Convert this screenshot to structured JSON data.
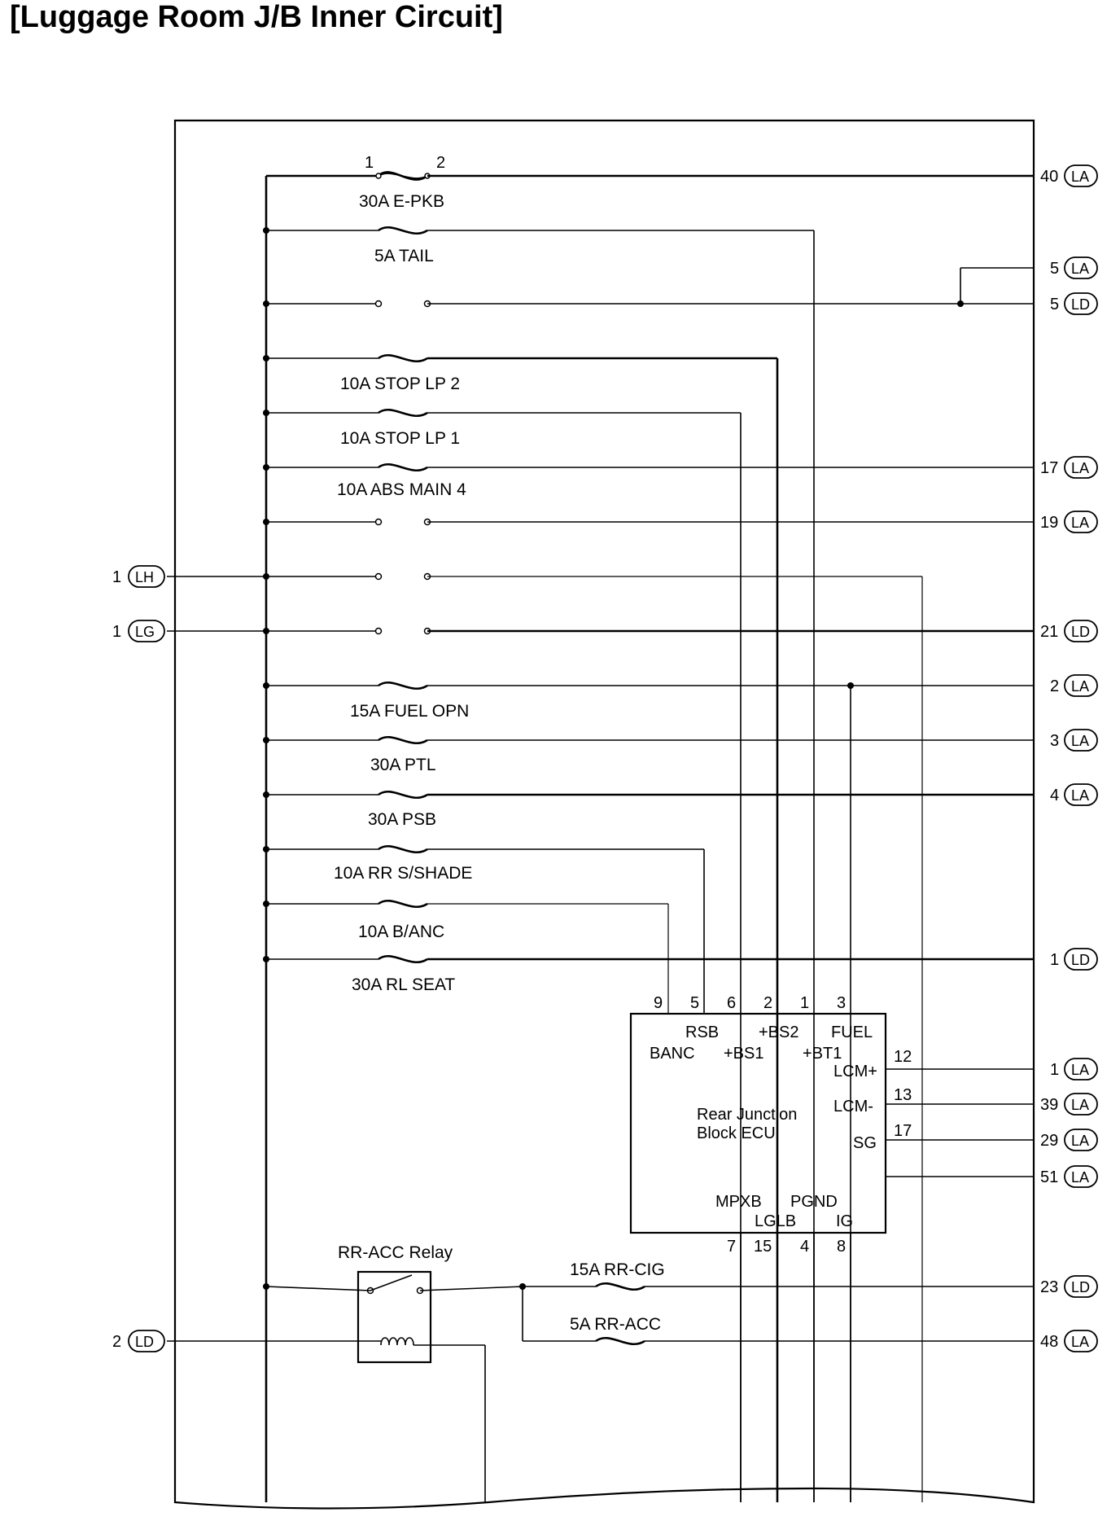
{
  "title": "[Luggage Room J/B Inner Circuit]",
  "fuses": {
    "e_pkb": "30A E-PKB",
    "e_pkb_pin1": "1",
    "e_pkb_pin2": "2",
    "tail": "5A TAIL",
    "stop_lp2": "10A STOP LP 2",
    "stop_lp1": "10A STOP LP 1",
    "abs_main4": "10A ABS MAIN 4",
    "fuel_opn": "15A FUEL OPN",
    "ptl": "30A PTL",
    "psb": "30A PSB",
    "rr_sshade": "10A RR S/SHADE",
    "b_anc": "10A B/ANC",
    "rl_seat": "30A RL SEAT",
    "rr_cig": "15A RR-CIG",
    "rr_acc": "5A RR-ACC"
  },
  "relay": {
    "label": "RR-ACC Relay"
  },
  "right_connectors": [
    {
      "num": "40",
      "code": "LA"
    },
    {
      "num": "5",
      "code": "LA"
    },
    {
      "num": "5",
      "code": "LD"
    },
    {
      "num": "17",
      "code": "LA"
    },
    {
      "num": "19",
      "code": "LA"
    },
    {
      "num": "21",
      "code": "LD"
    },
    {
      "num": "2",
      "code": "LA"
    },
    {
      "num": "3",
      "code": "LA"
    },
    {
      "num": "4",
      "code": "LA"
    },
    {
      "num": "1",
      "code": "LD"
    },
    {
      "num": "1",
      "code": "LA"
    },
    {
      "num": "39",
      "code": "LA"
    },
    {
      "num": "29",
      "code": "LA"
    },
    {
      "num": "51",
      "code": "LA"
    },
    {
      "num": "23",
      "code": "LD"
    },
    {
      "num": "48",
      "code": "LA"
    }
  ],
  "left_connectors": [
    {
      "num": "1",
      "code": "LH"
    },
    {
      "num": "1",
      "code": "LG"
    },
    {
      "num": "2",
      "code": "LD"
    }
  ],
  "ecu": {
    "name_line1": "Rear Junction",
    "name_line2": "Block ECU",
    "top_pins": [
      "9",
      "5",
      "6",
      "2",
      "1",
      "3"
    ],
    "top_labels": {
      "rsb": "RSB",
      "bs2": "+BS2",
      "fuel": "FUEL",
      "banc": "BANC",
      "bs1": "+BS1",
      "bt1": "+BT1"
    },
    "right_labels": {
      "lcm_plus": "LCM+",
      "lcm_minus": "LCM-",
      "sg": "SG"
    },
    "right_pins": [
      "12",
      "13",
      "17"
    ],
    "bottom_labels": {
      "mpxb": "MPXB",
      "pgnd": "PGND",
      "lglb": "LGLB",
      "ig": "IG"
    },
    "bottom_pins": [
      "7",
      "15",
      "4",
      "8"
    ]
  }
}
